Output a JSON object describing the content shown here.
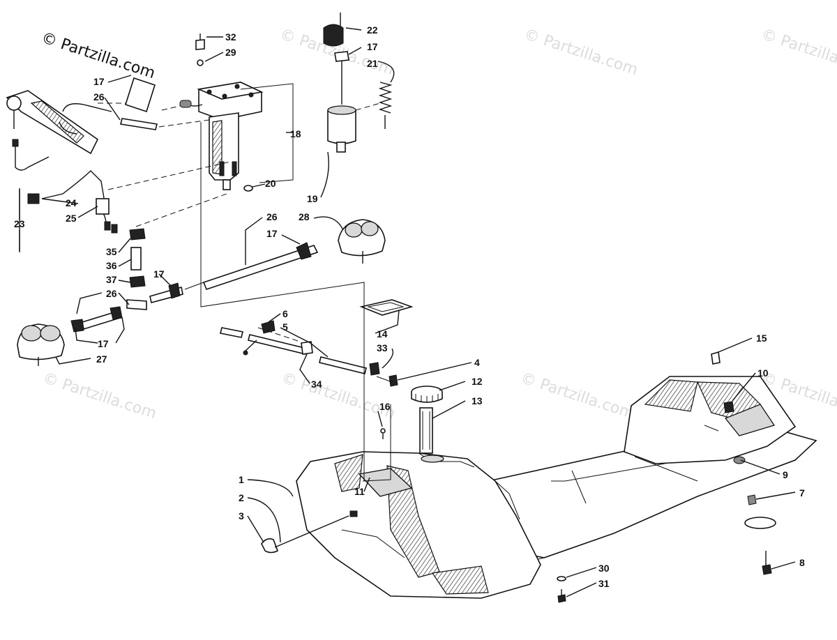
{
  "watermark": {
    "main": "© Partzilla.com",
    "faded": "© Partzilla.com"
  },
  "callouts": {
    "c1": "1",
    "c2": "2",
    "c3": "3",
    "c4": "4",
    "c5": "5",
    "c6": "6",
    "c7": "7",
    "c8": "8",
    "c9": "9",
    "c10": "10",
    "c11": "11",
    "c12": "12",
    "c13": "13",
    "c14": "14",
    "c15": "15",
    "c16": "16",
    "c17a": "17",
    "c17b": "17",
    "c17c": "17",
    "c17d": "17",
    "c17e": "17",
    "c18": "18",
    "c19": "19",
    "c20": "20",
    "c21": "21",
    "c22": "22",
    "c23": "23",
    "c24": "24",
    "c25": "25",
    "c26a": "26",
    "c26b": "26",
    "c26c": "26",
    "c27": "27",
    "c28": "28",
    "c29": "29",
    "c30": "30",
    "c31": "31",
    "c32": "32",
    "c33": "33",
    "c34": "34",
    "c35": "35",
    "c36": "36",
    "c37": "37"
  }
}
